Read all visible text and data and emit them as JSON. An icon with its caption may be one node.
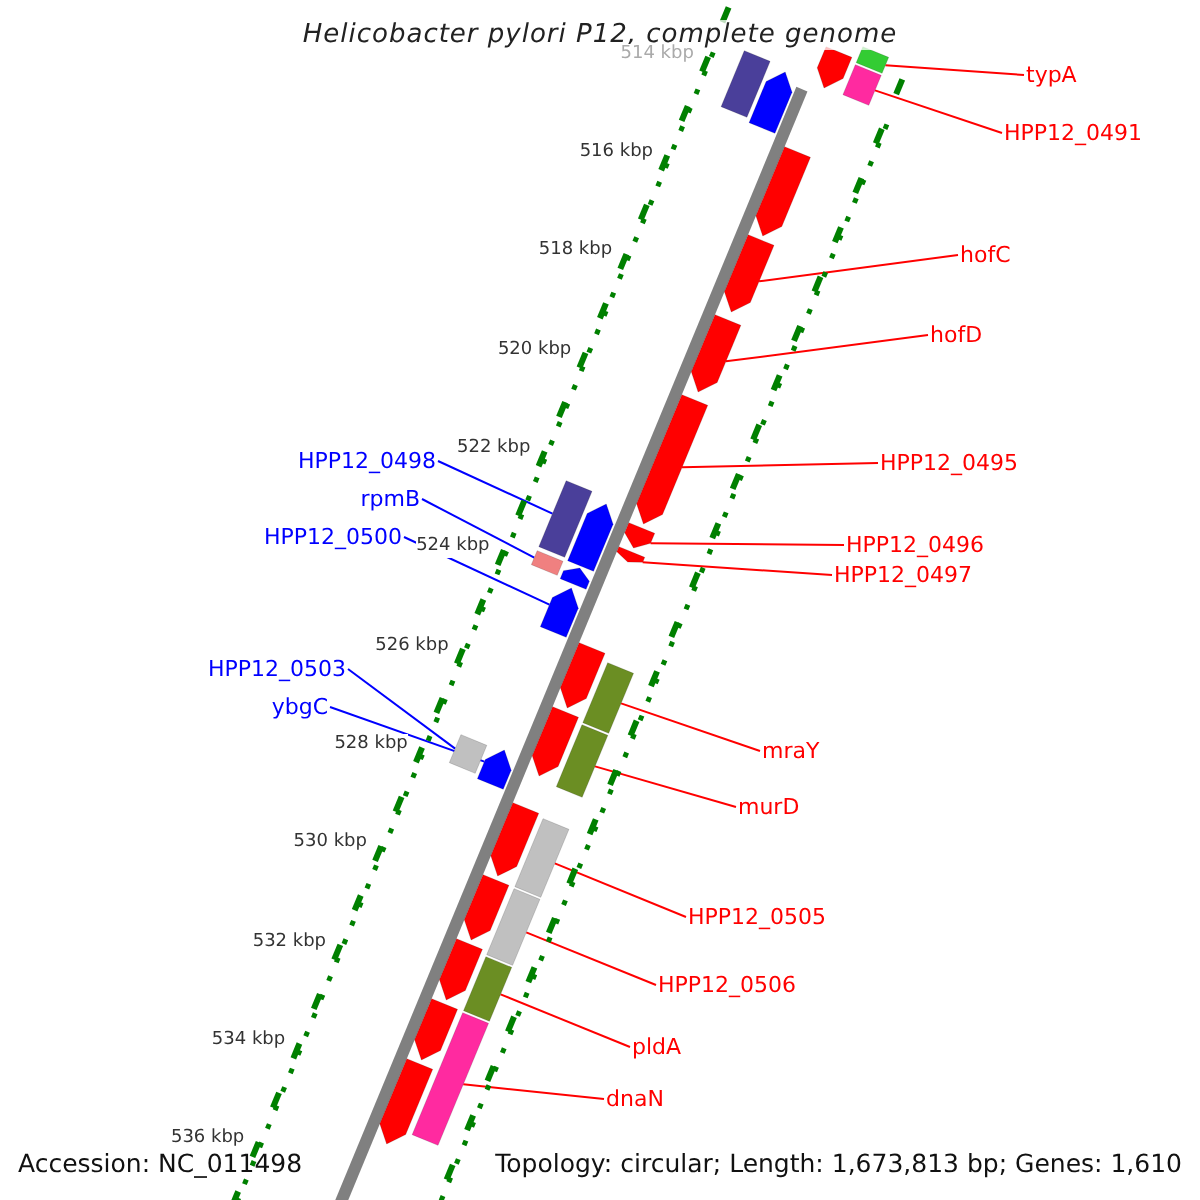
{
  "diagram": {
    "title": "Helicobacter pylori P12, complete genome",
    "nodes": [
      {
        "text": [
          "typA"
        ]
      },
      {
        "text": [
          "HPP12_0491"
        ]
      },
      {
        "text": [
          "hofC"
        ]
      },
      {
        "text": [
          "hofD"
        ]
      },
      {
        "text": [
          "HPP12_0498"
        ]
      },
      {
        "text": [
          "HPP12_0495"
        ]
      },
      {
        "text": [
          "rpmB"
        ]
      },
      {
        "text": [
          "HPP12_0500"
        ]
      },
      {
        "text": [
          "HPP12_0496"
        ]
      },
      {
        "text": [
          "HPP12_0497"
        ]
      },
      {
        "text": [
          "HPP12_0503"
        ]
      },
      {
        "text": [
          "ybgC"
        ]
      },
      {
        "text": [
          "mraY"
        ]
      },
      {
        "text": [
          "murD"
        ]
      },
      {
        "text": [
          "HPP12_0505"
        ]
      },
      {
        "text": [
          "HPP12_0506"
        ]
      },
      {
        "text": [
          "pldA"
        ]
      },
      {
        "text": [
          "dnaN"
        ]
      },
      {
        "text": [],
        "shape": "box"
      },
      {
        "text": [],
        "shape": "box"
      },
      {
        "text": [],
        "shape": "arrow"
      },
      {
        "text": [],
        "shape": "arrow"
      },
      {
        "text": [],
        "shape": "box"
      },
      {
        "text": [],
        "shape": "arrow"
      },
      {
        "text": [],
        "shape": "box"
      },
      {
        "text": [],
        "shape": "arrow"
      },
      {
        "text": [],
        "shape": "arrow"
      },
      {
        "text": [],
        "shape": "arrow"
      },
      {
        "text": [],
        "shape": "box"
      },
      {
        "text": [],
        "shape": "arrow"
      },
      {
        "text": [],
        "shape": "box"
      },
      {
        "text": [],
        "shape": "box"
      },
      {
        "text": [],
        "shape": "box"
      },
      {
        "text": [],
        "shape": "box"
      },
      {
        "text": [],
        "shape": "box"
      },
      {
        "text": [],
        "shape": "box"
      },
      {
        "text": [],
        "shape": "arrow"
      },
      {
        "text": [],
        "shape": "arrow"
      },
      {
        "text": [],
        "shape": "box"
      },
      {
        "text": [],
        "shape": "arrow"
      },
      {
        "text": [],
        "shape": "arrow"
      },
      {
        "text": [],
        "shape": "arrow"
      },
      {
        "text": [],
        "shape": "arrow"
      },
      {
        "text": [],
        "shape": "arrow"
      },
      {
        "text": [],
        "shape": "arrow"
      },
      {
        "text": [],
        "shape": "arrow"
      },
      {
        "text": [],
        "shape": "arrow"
      },
      {
        "text": [],
        "shape": "arrow"
      },
      {
        "text": [],
        "shape": "arrow"
      }
    ],
    "edges": [
      {
        "from": 0,
        "to": 18,
        "arrow": "none"
      },
      {
        "from": 1,
        "to": 19,
        "arrow": "none"
      },
      {
        "from": 2,
        "to": 20,
        "arrow": "none"
      },
      {
        "from": 3,
        "to": 21,
        "arrow": "none"
      },
      {
        "from": 4,
        "to": 22,
        "arrow": "none",
        "color": "#0000ff"
      },
      {
        "from": 5,
        "to": 23,
        "arrow": "none"
      },
      {
        "from": 6,
        "to": 24,
        "arrow": "none",
        "color": "#0000ff"
      },
      {
        "from": 7,
        "to": 25,
        "arrow": "none",
        "color": "#0000ff"
      },
      {
        "from": 8,
        "to": 26,
        "arrow": "none"
      },
      {
        "from": 9,
        "to": 27,
        "arrow": "none"
      },
      {
        "from": 10,
        "to": 28,
        "arrow": "none",
        "color": "#0000ff"
      },
      {
        "from": 11,
        "to": 29,
        "arrow": "none",
        "color": "#0000ff"
      },
      {
        "from": 12,
        "to": 30,
        "arrow": "none"
      },
      {
        "from": 13,
        "to": 31,
        "arrow": "none"
      },
      {
        "from": 14,
        "to": 32,
        "arrow": "none"
      },
      {
        "from": 15,
        "to": 33,
        "arrow": "none"
      },
      {
        "from": 16,
        "to": 34,
        "arrow": "none"
      },
      {
        "from": 17,
        "to": 35,
        "arrow": "none"
      }
    ],
    "labels": [
      "514 kbp",
      "516 kbp",
      "518 kbp",
      "520 kbp",
      "522 kbp",
      "524 kbp",
      "526 kbp",
      "528 kbp",
      "530 kbp",
      "532 kbp",
      "534 kbp",
      "536 kbp",
      "Accession: NC_011498",
      "Topology: circular; Length: 1,673,813 bp; Genes: 1,610"
    ]
  }
}
